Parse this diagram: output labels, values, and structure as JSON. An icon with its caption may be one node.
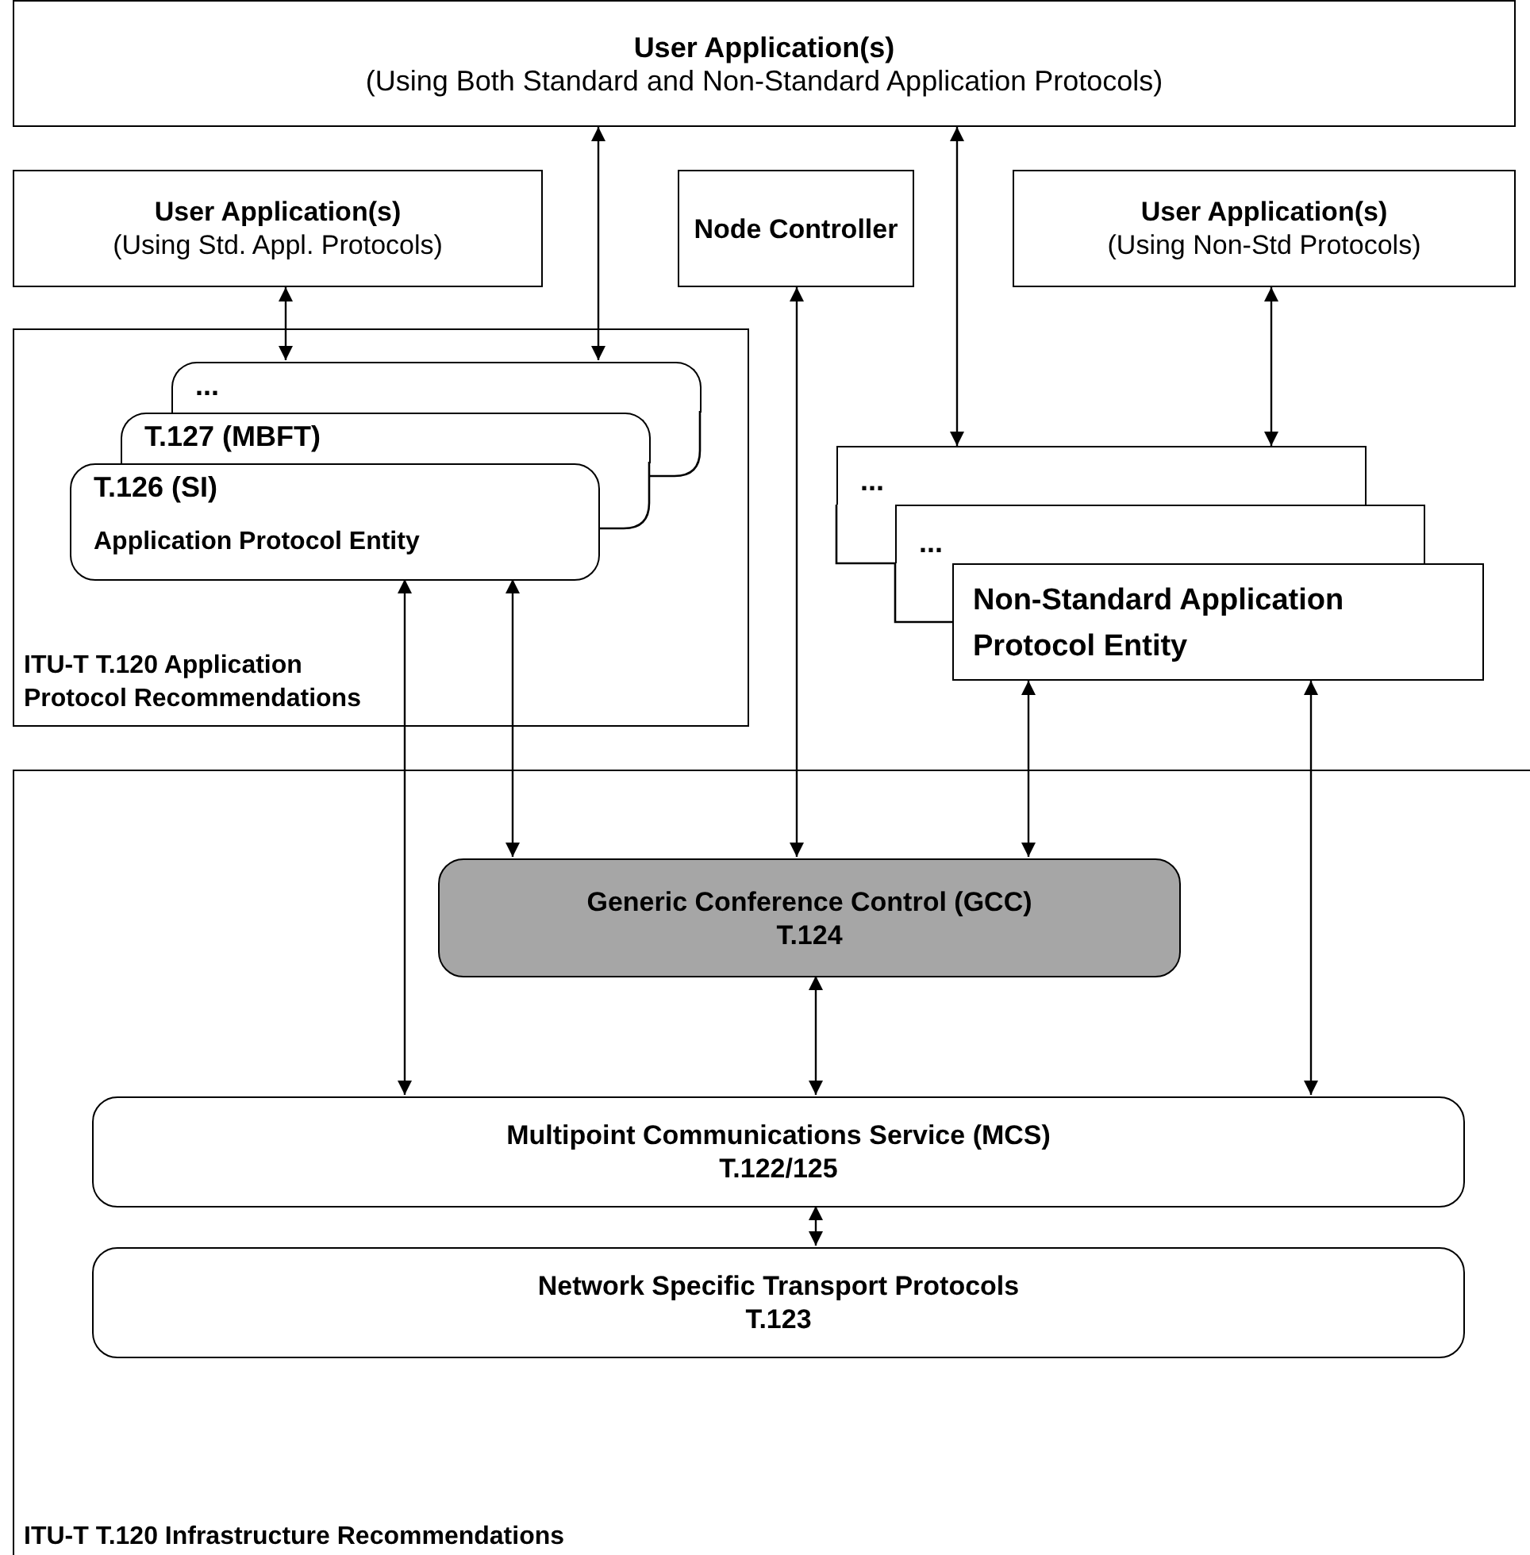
{
  "diagram": {
    "nodes": [
      {
        "text": [
          "User Application(s)",
          "(Using Both Standard and Non-Standard Application Protocols)"
        ]
      },
      {
        "text": [
          "User Application(s)",
          "(Using Std. Appl. Protocols)"
        ]
      },
      {
        "text": [
          "Node Controller"
        ]
      },
      {
        "text": [
          "User Application(s)",
          "(Using Non-Std Protocols)"
        ]
      },
      {
        "text": [
          "ITU-T T.120 Application Protocol Recommendations"
        ]
      },
      {
        "text": [
          "..."
        ],
        "in": 4
      },
      {
        "text": [
          "T.127 (MBFT)"
        ],
        "in": 4
      },
      {
        "text": [
          "T.126 (SI)",
          "Application Protocol Entity"
        ],
        "in": 4
      },
      {
        "text": [
          "..."
        ]
      },
      {
        "text": [
          "..."
        ]
      },
      {
        "text": [
          "Non-Standard Application Protocol Entity"
        ]
      },
      {
        "text": [
          "ITU-T T.120 Infrastructure Recommendations"
        ]
      },
      {
        "text": [
          "Generic Conference Control (GCC)",
          "T.124"
        ],
        "in": 11
      },
      {
        "text": [
          "Multipoint Communications Service (MCS)",
          "T.122/125"
        ],
        "in": 11
      },
      {
        "text": [
          "Network Specific Transport Protocols",
          "T.123"
        ],
        "in": 11
      }
    ],
    "edges": [
      {
        "from": 0,
        "to": 5,
        "arrow": "both"
      },
      {
        "from": 0,
        "to": 8,
        "arrow": "both"
      },
      {
        "from": 1,
        "to": 5,
        "arrow": "both"
      },
      {
        "from": 3,
        "to": 8,
        "arrow": "both"
      },
      {
        "from": 2,
        "to": 12,
        "arrow": "both"
      },
      {
        "from": 7,
        "to": 13,
        "arrow": "both"
      },
      {
        "from": 7,
        "to": 12,
        "arrow": "both"
      },
      {
        "from": 10,
        "to": 12,
        "arrow": "both"
      },
      {
        "from": 10,
        "to": 13,
        "arrow": "both"
      },
      {
        "from": 12,
        "to": 13,
        "arrow": "both"
      },
      {
        "from": 13,
        "to": 14,
        "arrow": "both"
      }
    ]
  }
}
